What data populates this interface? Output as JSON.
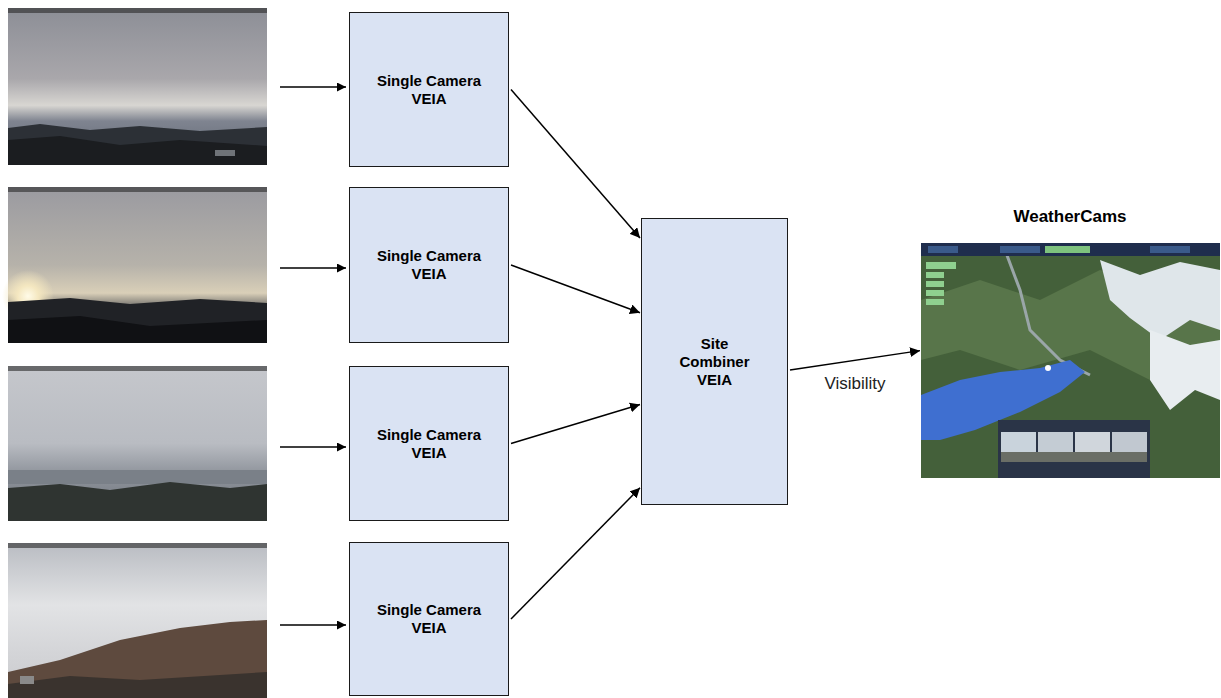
{
  "diagram": {
    "nodes": [
      {
        "text": [
          "Single Camera VEIA"
        ]
      },
      {
        "text": [
          "Single Camera VEIA"
        ]
      },
      {
        "text": [
          "Single Camera VEIA"
        ]
      },
      {
        "text": [
          "Single Camera VEIA"
        ]
      },
      {
        "text": [
          "Site Combiner VEIA"
        ]
      },
      {
        "text": [
          "WeatherCams"
        ]
      }
    ],
    "edges": [
      {
        "from": 0,
        "to": 4,
        "arrow": "to"
      },
      {
        "from": 1,
        "to": 4,
        "arrow": "to"
      },
      {
        "from": 2,
        "to": 4,
        "arrow": "to"
      },
      {
        "from": 3,
        "to": 4,
        "arrow": "to"
      },
      {
        "from": 4,
        "to": 5,
        "label": "Visibility",
        "arrow": "to"
      }
    ]
  }
}
